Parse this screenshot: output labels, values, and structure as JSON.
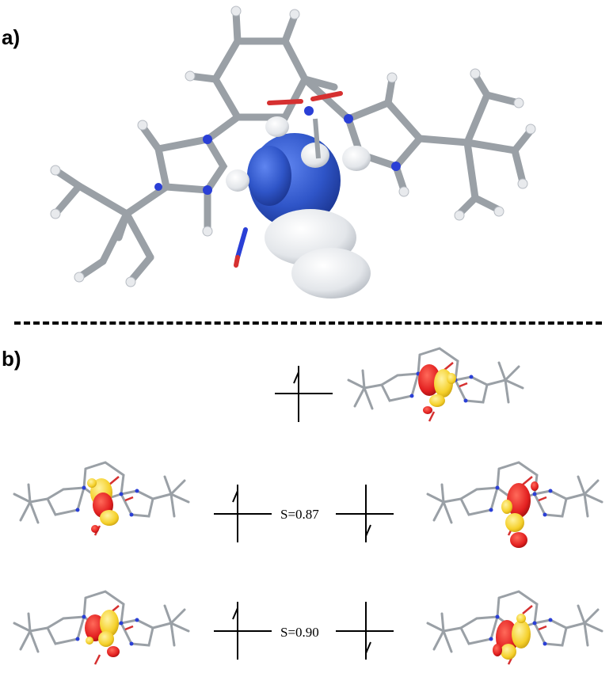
{
  "panels": {
    "a_label": "a)",
    "b_label": "b)"
  },
  "orbital_diagram": {
    "pairs": [
      {
        "overlap_label": "S=0.87"
      },
      {
        "overlap_label": "S=0.90"
      }
    ]
  },
  "colors": {
    "spin_density": "#2f55c8",
    "spin_density_negative": "#e8ecef",
    "orbital_positive": "#f5d02a",
    "orbital_negative": "#e32020",
    "carbon_bond": "#9aa0a6",
    "nitrogen": "#2a3fd6",
    "oxygen": "#d63030",
    "hydrogen": "#e8eaed"
  },
  "icons": [
    "molecule-structure",
    "spin-up-arrow",
    "spin-down-arrow",
    "energy-level"
  ]
}
